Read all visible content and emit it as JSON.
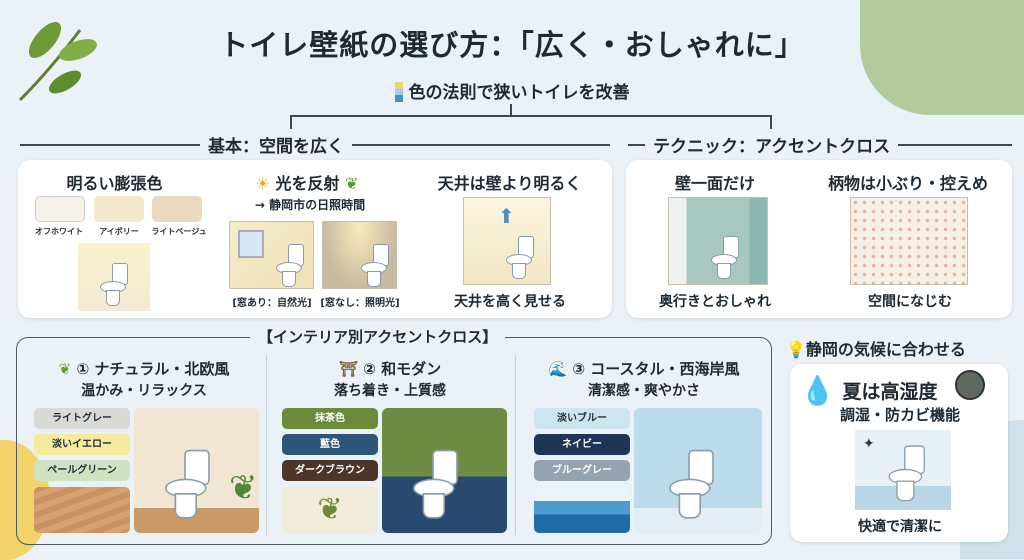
{
  "title": "トイレ壁紙の選び方：「広く・おしゃれに」",
  "subtitle": "色の法則で狭いトイレを改善",
  "basic": {
    "heading": "基本：空間を広く",
    "expand": {
      "title": "明るい膨張色",
      "swatches": [
        {
          "label": "オフホワイト",
          "color": "#f7f3ea"
        },
        {
          "label": "アイボリー",
          "color": "#f4e8cc"
        },
        {
          "label": "ライトベージュ",
          "color": "#ead8c0"
        }
      ]
    },
    "reflect": {
      "title": "光を反射",
      "note": "→ 静岡市の日照時間",
      "captions": [
        "[窓あり：自然光]",
        "[窓なし：照明光]"
      ]
    },
    "ceiling": {
      "title": "天井は壁より明るく",
      "caption": "天井を高く見せる"
    }
  },
  "technique": {
    "heading": "テクニック：アクセントクロス",
    "one_wall": {
      "title": "壁一面だけ",
      "caption": "奥行きとおしゃれ"
    },
    "pattern": {
      "title": "柄物は小ぶり・控えめ",
      "caption": "空間になじむ"
    }
  },
  "interior": {
    "heading": "【インテリア別アクセントクロス】",
    "styles": [
      {
        "title": "① ナチュラル・北欧風",
        "sub": "温かみ・リラックス",
        "icon": "leaf-icon",
        "chips": [
          {
            "label": "ライトグレー",
            "bg": "#d9d9d6",
            "fg": "#222"
          },
          {
            "label": "淡いイエロー",
            "bg": "#f6e9a0",
            "fg": "#222"
          },
          {
            "label": "ペールグリーン",
            "bg": "#cfe3c2",
            "fg": "#222"
          }
        ]
      },
      {
        "title": "② 和モダン",
        "sub": "落ち着き・上質感",
        "icon": "castle-icon",
        "chips": [
          {
            "label": "抹茶色",
            "bg": "#6d8a3a",
            "fg": "#fff"
          },
          {
            "label": "藍色",
            "bg": "#2e557a",
            "fg": "#fff"
          },
          {
            "label": "ダークブラウン",
            "bg": "#4d3527",
            "fg": "#fff"
          }
        ]
      },
      {
        "title": "③ コースタル・西海岸風",
        "sub": "清潔感・爽やかさ",
        "icon": "wave-icon",
        "chips": [
          {
            "label": "淡いブルー",
            "bg": "#cde4f1",
            "fg": "#222"
          },
          {
            "label": "ネイビー",
            "bg": "#1f3558",
            "fg": "#fff"
          },
          {
            "label": "ブルーグレー",
            "bg": "#94a3b2",
            "fg": "#fff"
          }
        ]
      }
    ]
  },
  "climate": {
    "heading": "静岡の気候に合わせる",
    "title": "夏は高湿度",
    "sub": "調湿・防カビ機能",
    "caption": "快適で清潔に"
  }
}
